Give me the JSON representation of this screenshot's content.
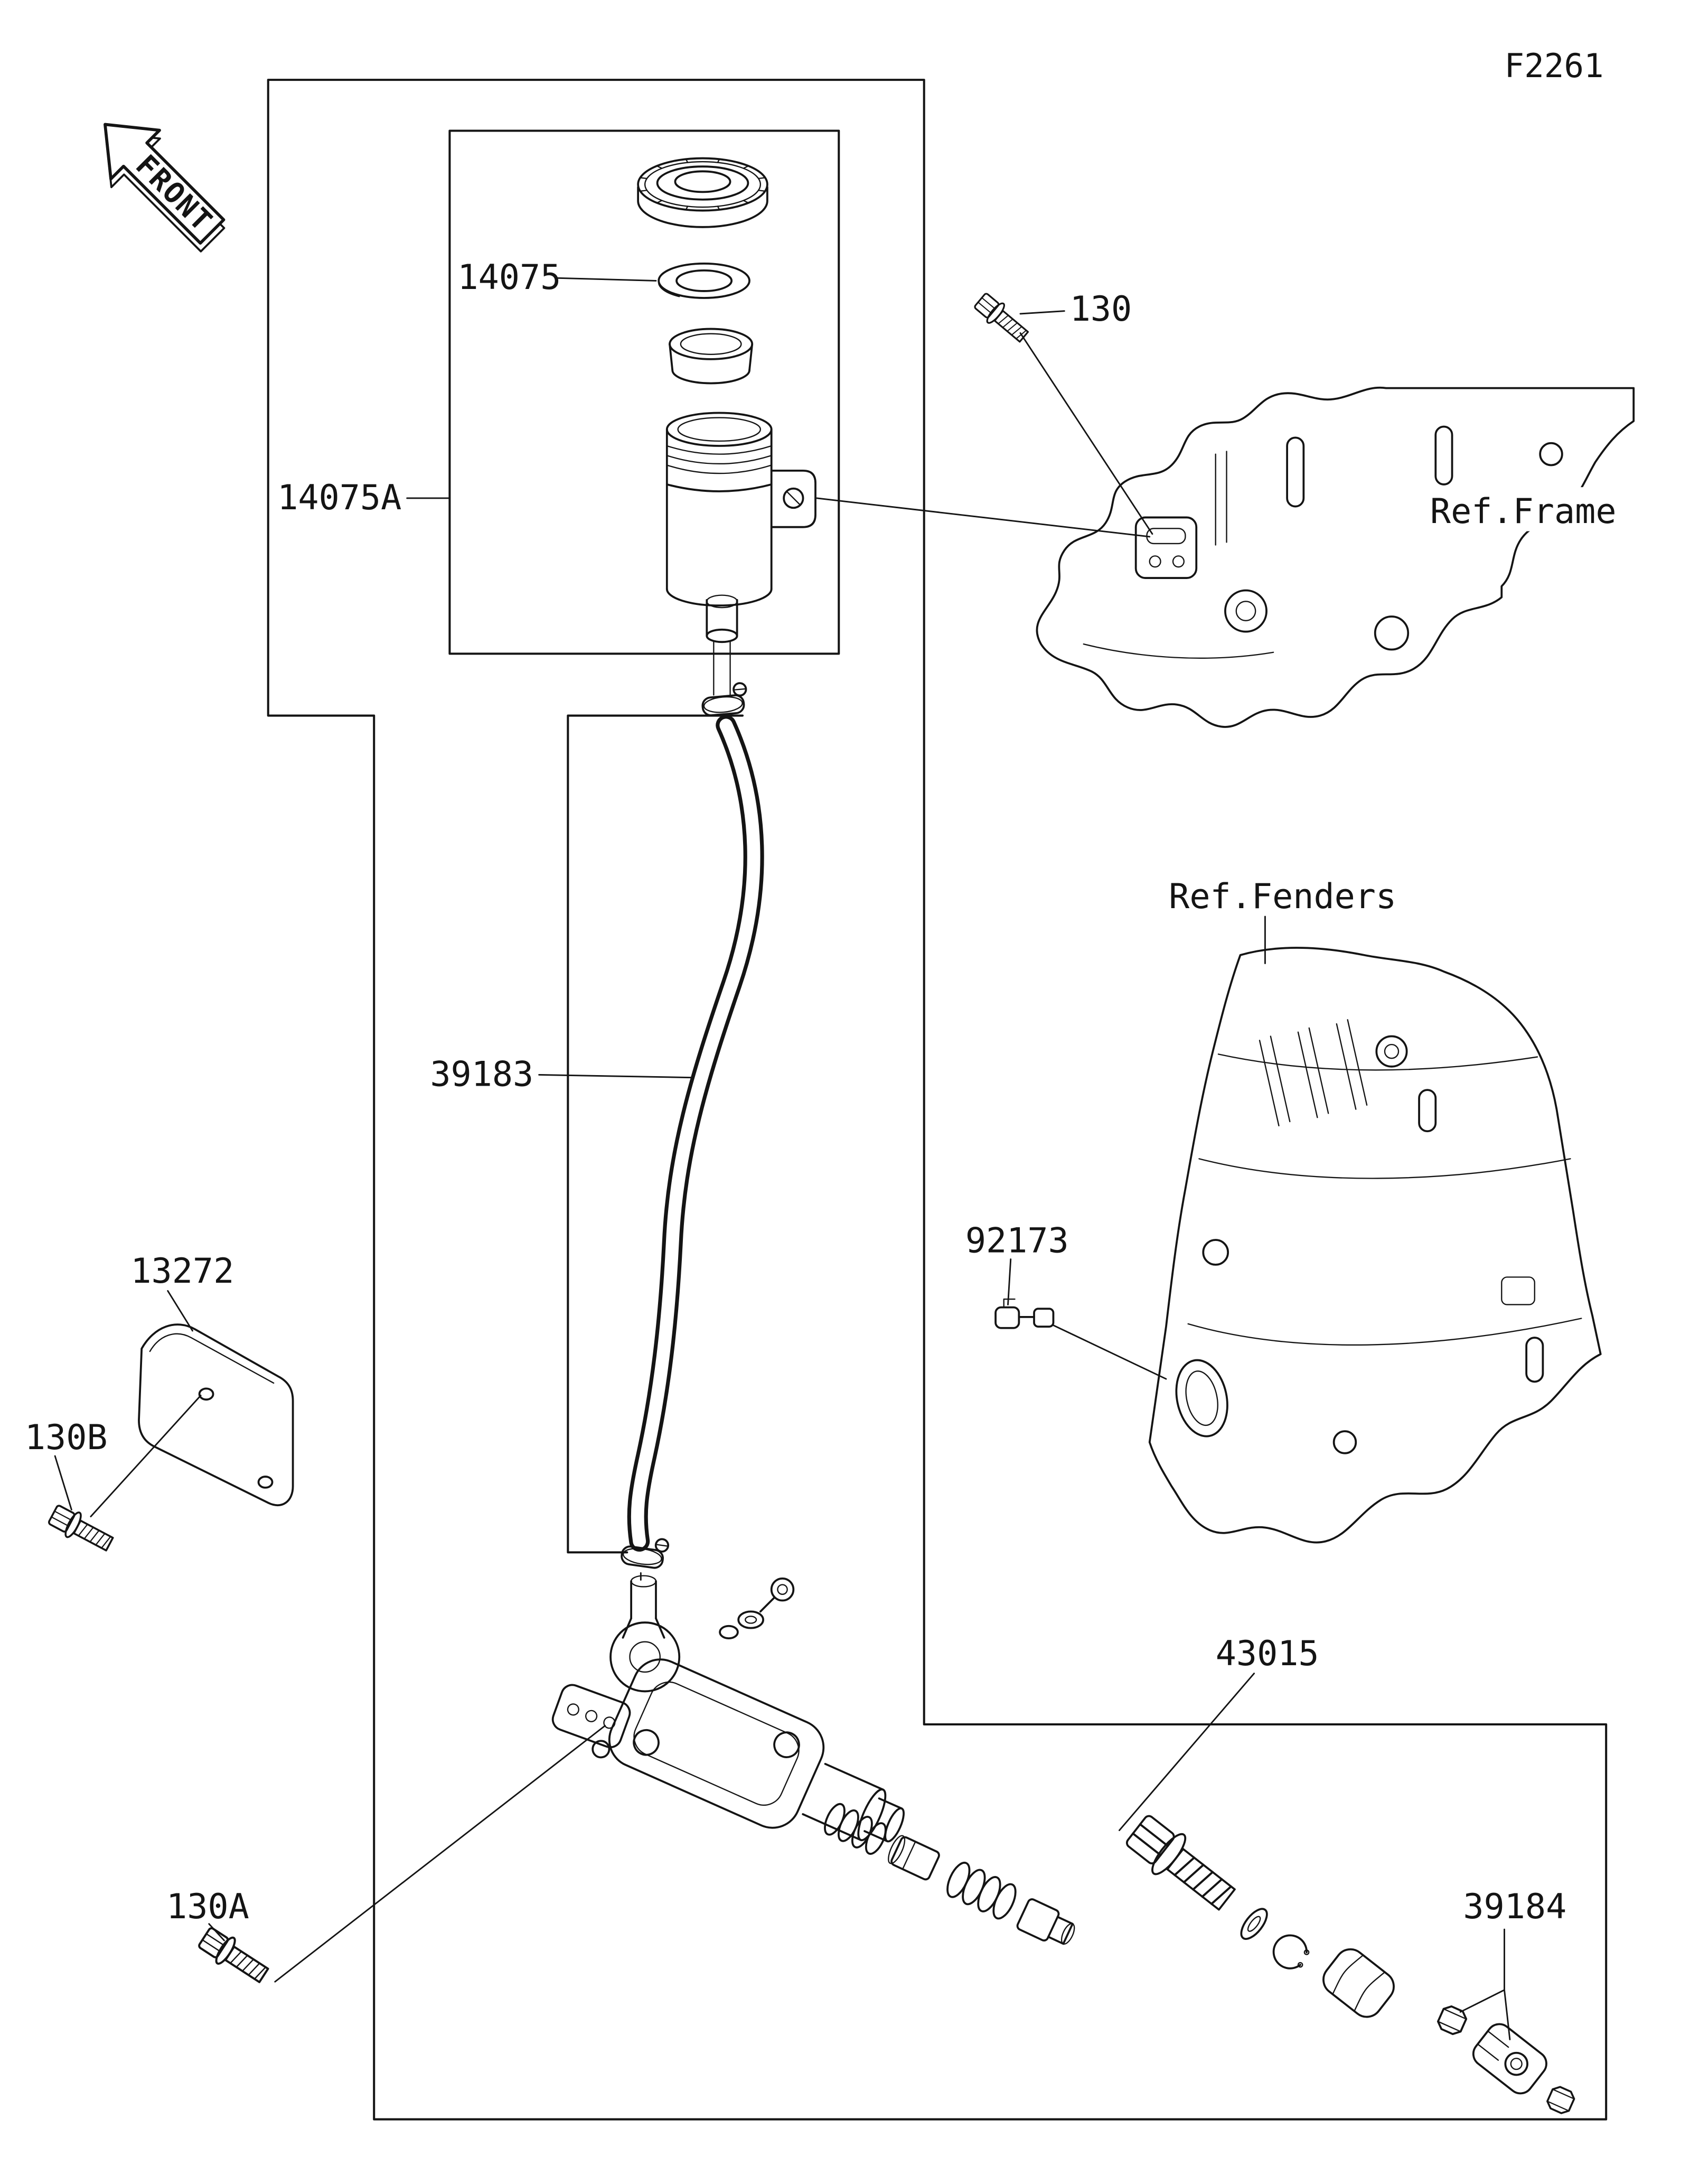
{
  "colors": {
    "line": "#141414",
    "background": "#ffffff"
  },
  "diagram": {
    "code": "F2261",
    "front": "FRONT",
    "labels": {
      "cap_set": "14075",
      "reservoir_assy": "14075A",
      "bolt_130": "130",
      "ref_frame": "Ref.Frame",
      "ref_fenders": "Ref.Fenders",
      "hose": "39183",
      "plate": "13272",
      "bolt_130b": "130B",
      "clamp": "92173",
      "master_cylinder": "43015",
      "bolt_130a": "130A",
      "joint": "39184"
    }
  }
}
